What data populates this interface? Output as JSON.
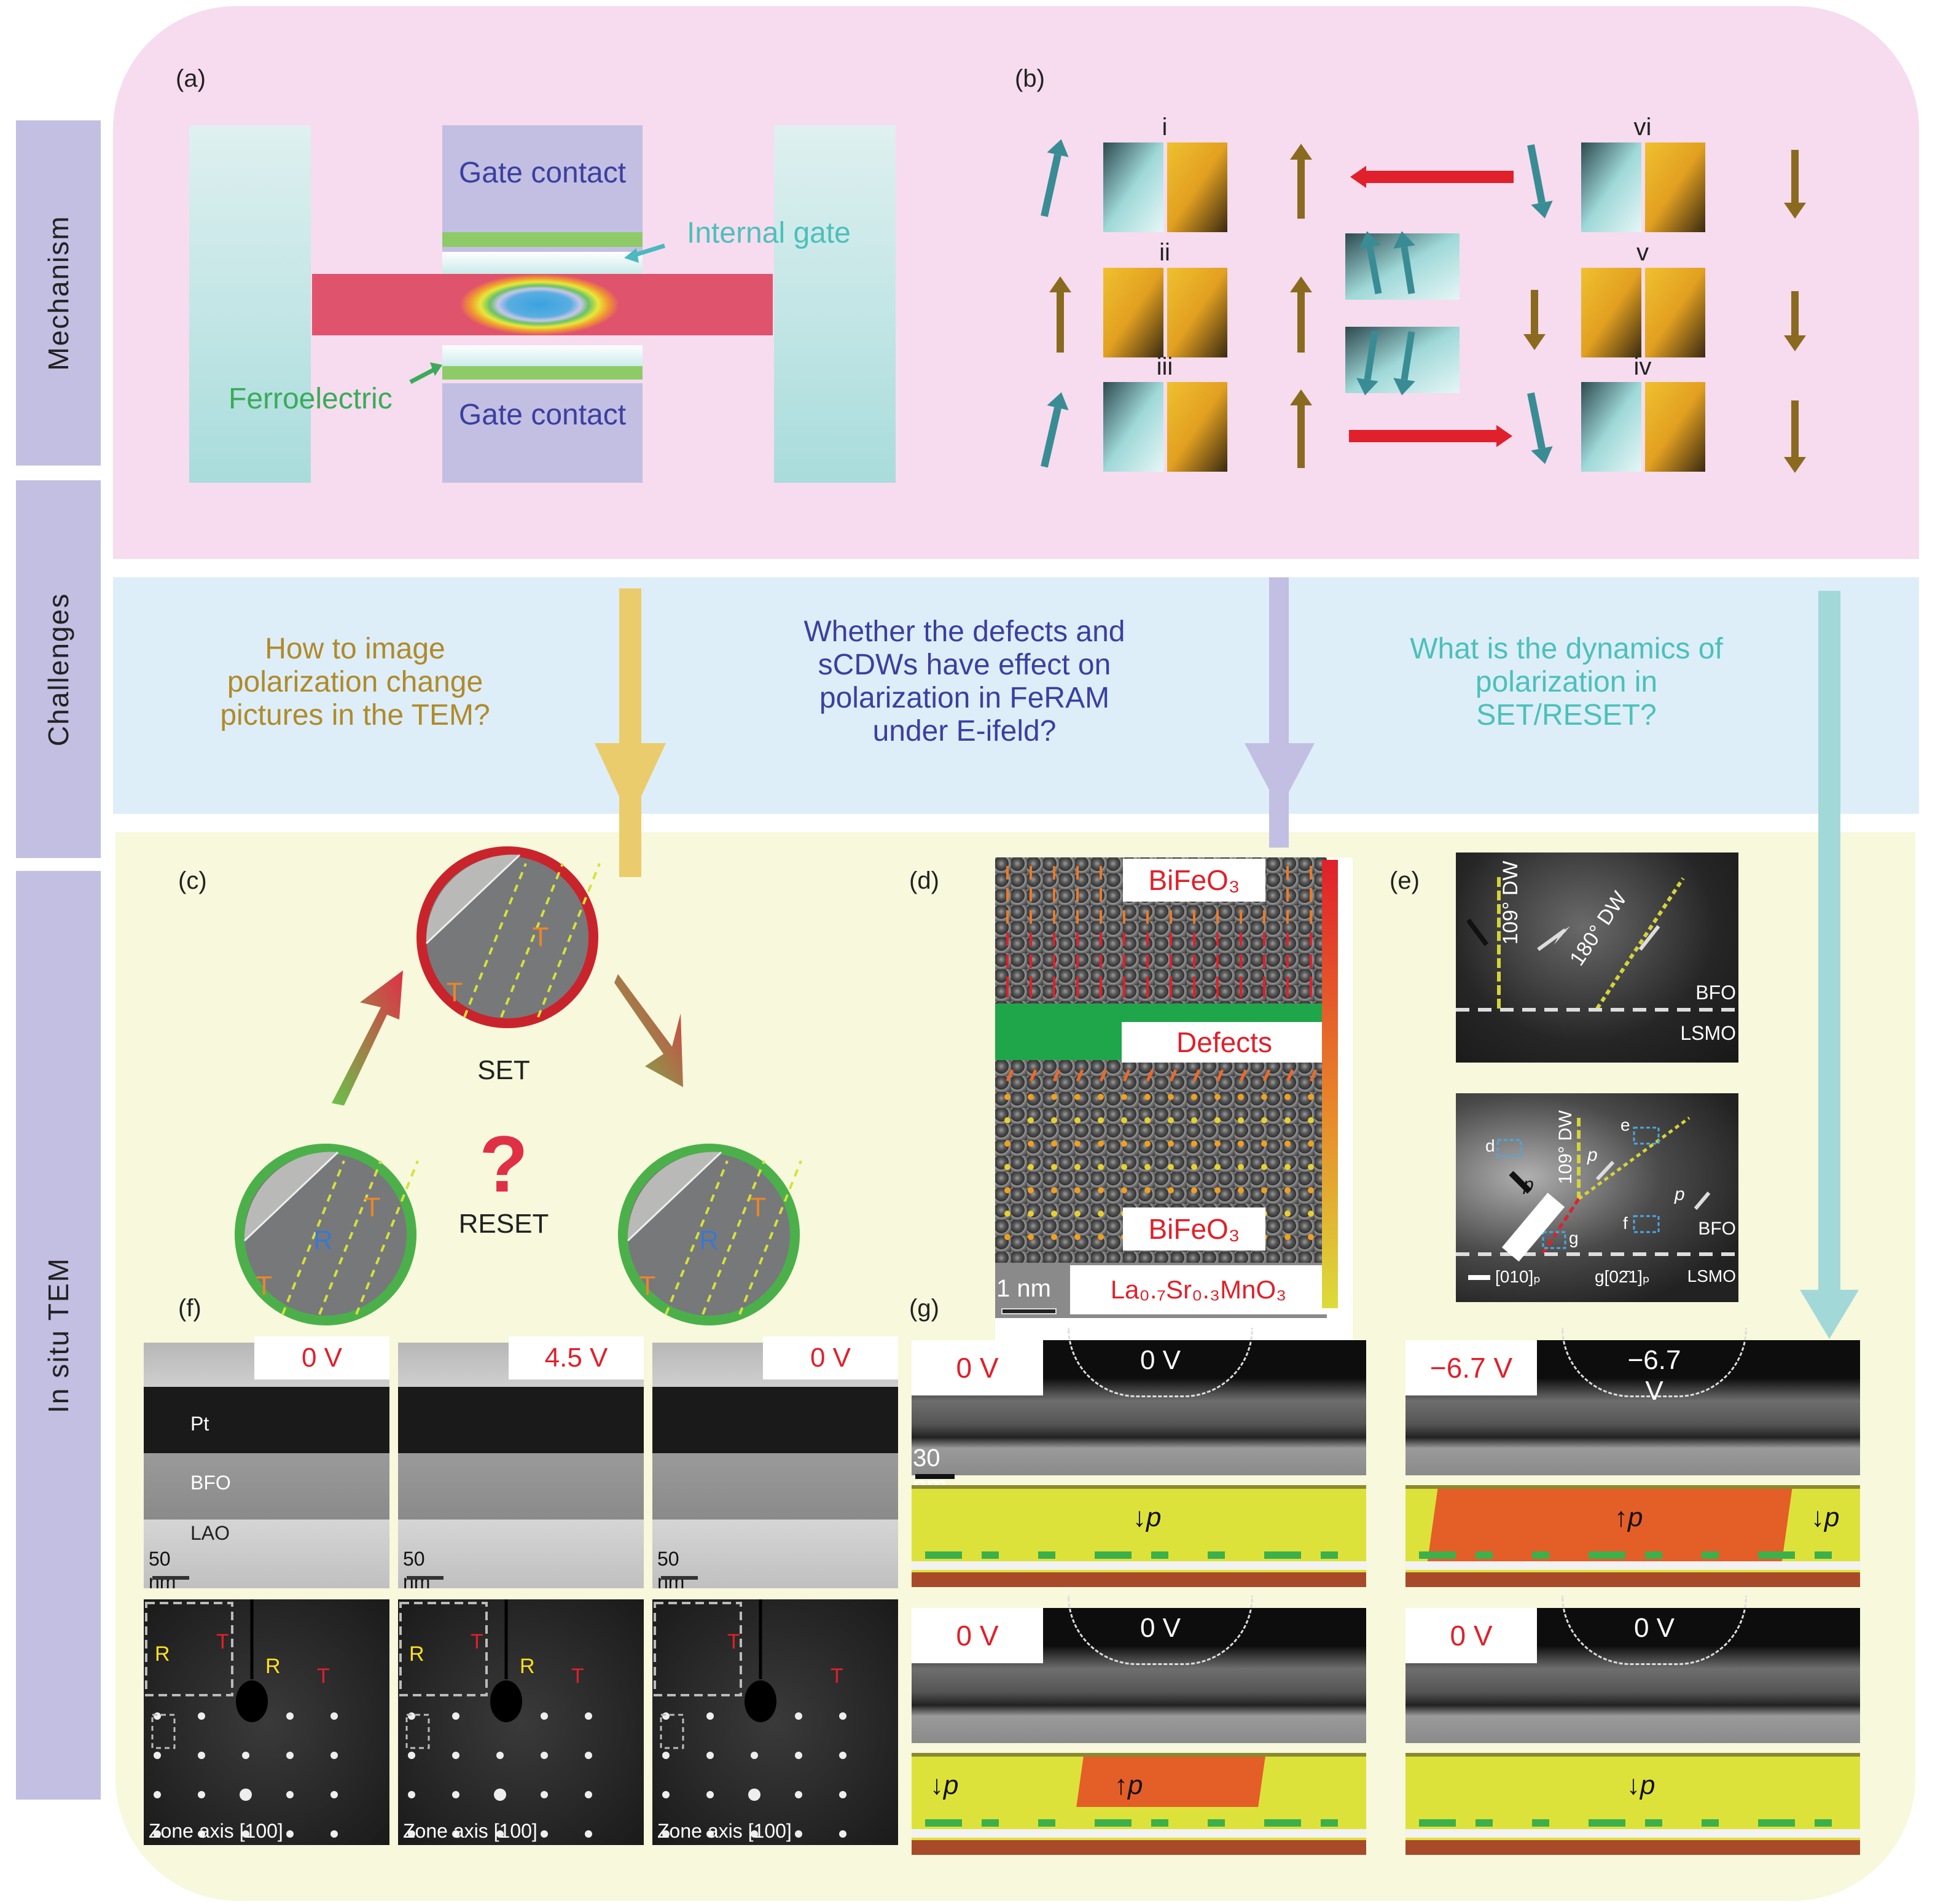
{
  "sidebar": {
    "mechanism": "Mechanism",
    "challenges": "Challenges",
    "in_situ_tem": "In situ TEM"
  },
  "panel_a": {
    "label": "(a)",
    "gate_contact_top": "Gate contact",
    "gate_contact_bottom": "Gate contact",
    "internal_gate": "Internal gate",
    "ferroelectric": "Ferroelectric"
  },
  "panel_b": {
    "label": "(b)",
    "states": [
      "i",
      "ii",
      "iii",
      "iv",
      "v",
      "vi"
    ]
  },
  "challenges": {
    "q1": "How to image polarization change pictures in the TEM?",
    "q2": "Whether the defects and sCDWs have effect on polarization in FeRAM under E-ifeld?",
    "q3": "What is the dynamics of polarization in SET/RESET?"
  },
  "panel_c": {
    "label": "(c)",
    "set": "SET",
    "reset": "RESET",
    "question": "?",
    "domain_t": "T",
    "domain_r": "R"
  },
  "panel_d": {
    "label": "(d)",
    "bifeo3_top": "BiFeO₃",
    "defects": "Defects",
    "bifeo3_bottom": "BiFeO₃",
    "lsmo": "La₀.₇Sr₀.₃MnO₃",
    "scale": "1 nm"
  },
  "panel_e": {
    "label": "(e)",
    "top": {
      "dw109": "109° DW",
      "dw180": "180° DW",
      "bfo": "BFO",
      "lsmo": "LSMO"
    },
    "bottom": {
      "dw109": "109° DW",
      "boxes": [
        "d",
        "e",
        "f",
        "g"
      ],
      "p": "p",
      "bfo": "BFO",
      "dir1": "[010]ₚ",
      "dir2": "g[02̄1]ₚ",
      "lsmo": "LSMO"
    }
  },
  "panel_f": {
    "label": "(f)",
    "images": [
      {
        "voltage": "0 V",
        "scale": "50 nm",
        "zone": "Zone axis [100]"
      },
      {
        "voltage": "4.5 V",
        "scale": "50 nm",
        "zone": "Zone axis [100]"
      },
      {
        "voltage": "0 V",
        "scale": "50 nm",
        "zone": "Zone axis [100]"
      }
    ],
    "layers": {
      "pt": "Pt",
      "bfo": "BFO",
      "lao": "LAO"
    },
    "spots": {
      "r": "R",
      "t": "T"
    }
  },
  "panel_g": {
    "label": "(g)",
    "scale": "30 nm",
    "frames": [
      {
        "voltage": "0 V",
        "tip_voltage": "0 V",
        "p_label": "p"
      },
      {
        "voltage": "−6.7 V",
        "tip_voltage": "−6.7 V",
        "p_label": "p"
      },
      {
        "voltage": "0 V",
        "tip_voltage": "0 V",
        "p_label": "p"
      },
      {
        "voltage": "0 V",
        "tip_voltage": "0 V",
        "p_label": "p"
      }
    ]
  },
  "colors": {
    "mechanism_bg": "#f6dcee",
    "challenges_bg": "#ddeef8",
    "tem_bg": "#f7f8dc",
    "sidebar": "#c2bfe2",
    "q1": "#b08a2a",
    "q2": "#3b3fa0",
    "q3": "#4cc0bb",
    "label_red": "#e0202a"
  }
}
